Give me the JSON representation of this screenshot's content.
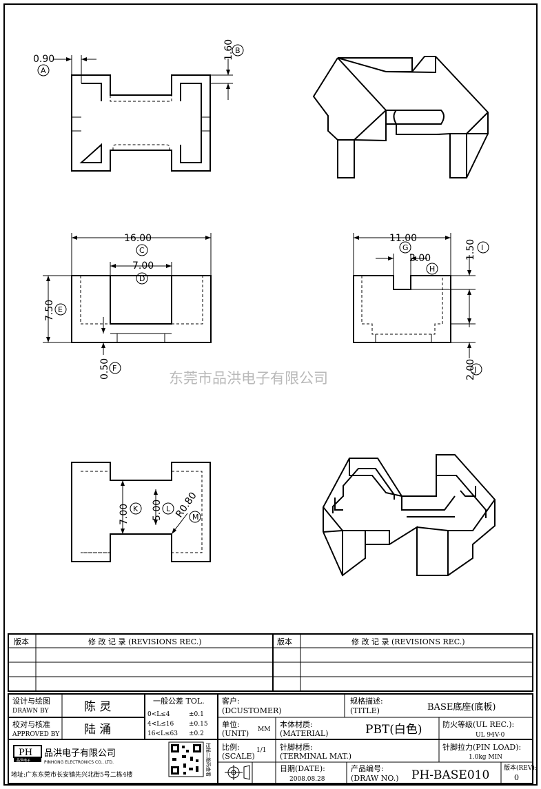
{
  "watermark": "东莞市品洪电子有限公司",
  "dimensions": {
    "a_value": "0.90",
    "a_label": "A",
    "b_value": "1.60",
    "b_label": "B",
    "c_value": "16.00",
    "c_label": "C",
    "d_value": "7.00",
    "d_label": "D",
    "e_value": "7.50",
    "e_label": "E",
    "f_value": "0.50",
    "f_label": "F",
    "g_value": "11.00",
    "g_label": "G",
    "h_value": "2.00",
    "h_label": "H",
    "i_value": "1.50",
    "i_label": "I",
    "j_value": "2.00",
    "j_label": "J",
    "k_value": "7.00",
    "k_label": "K",
    "l_value": "5.00",
    "l_label": "L",
    "m_value": "R0.80",
    "m_label": "M"
  },
  "revisions": {
    "col_rev": "版本",
    "col_rec": "修 改 记 录 (REVISIONS REC.)",
    "col_rev2": "版本",
    "col_rec2": "修 改 记 录 (REVISIONS REC.)"
  },
  "title_block": {
    "drawn_label_cn": "设计与绘图",
    "drawn_label_en": "DRAWN BY",
    "drawn_value": "陈 灵",
    "approved_label_cn": "校对与核准",
    "approved_label_en": "APPROVED BY",
    "approved_value": "陆 涌",
    "tol_title": "一般公差 TOL.",
    "tol_row1_range": "0<L≤4",
    "tol_row1_val": "±0.1",
    "tol_row2_range": "4<L≤16",
    "tol_row2_val": "±0.15",
    "tol_row3_range": "16<L≤63",
    "tol_row3_val": "±0.2",
    "customer_label_cn": "客户:",
    "customer_label_en": "(DCUSTOMER)",
    "spec_label_cn": "规格描述:",
    "spec_label_en": "(TITLE)",
    "spec_value": "BASE底座(底板)",
    "unit_label_cn": "单位:",
    "unit_label_en": "(UNIT)",
    "unit_value": "MM",
    "material_label_cn": "本体材质:",
    "material_label_en": "(MATERIAL)",
    "material_value": "PBT(白色)",
    "ul_label": "防火等级(UL REC.):",
    "ul_value": "UL 94V-0",
    "scale_label_cn": "比例:",
    "scale_label_en": "(SCALE)",
    "scale_value": "1/1",
    "terminal_label_cn": "针脚材质:",
    "terminal_label_en": "(TERMINAL MAT.)",
    "pin_load_label": "针脚拉力(PIN LOAD):",
    "pin_load_value": "1.0kg MIN",
    "date_label_cn": "日期(DATE):",
    "date_value": "2008.08.28",
    "drawno_label_cn": "产品编号:",
    "drawno_label_en": "(DRAW NO.)",
    "drawno_value": "PH-BASE010",
    "rev_label": "版本(REV):",
    "rev_value": "0",
    "company_logo": "PH",
    "company_logo_sub": "品洪电子",
    "company_name": "品洪电子有限公司",
    "company_en": "PINHONG ELECTRONICS CO., LTD.",
    "address": "地址:广东东莞市长安镇先兴北街5号二栋4楼",
    "qr_side_text": "扫描二维码查看"
  }
}
